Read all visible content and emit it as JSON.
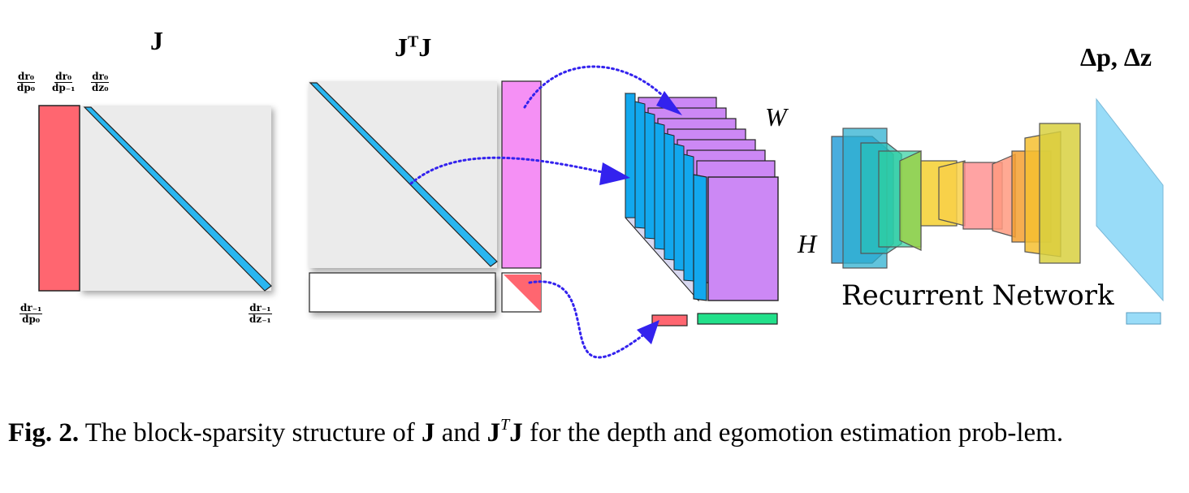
{
  "figure": {
    "left_title": "J",
    "middle_title_base": "J",
    "middle_title_sup": "T",
    "middle_title_tail": "J",
    "top_right_label": "Δp, Δz",
    "W_label": "W",
    "H_label": "H",
    "network_label": "Recurrent Network",
    "fractions": {
      "dr0_dp0": {
        "num": "dr₀",
        "den": "dp₀"
      },
      "dr0_dpm1": {
        "num": "dr₀",
        "den": "dp₋₁"
      },
      "dr0_dz0": {
        "num": "dr₀",
        "den": "dz₀"
      },
      "drm1_dp0": {
        "num": "dr₋₁",
        "den": "dp₀"
      },
      "drm1_dzm1": {
        "num": "dr₋₁",
        "den": "dz₋₁"
      }
    }
  },
  "caption": {
    "label": "Fig. 2.",
    "text1": " The block-sparsity structure of ",
    "J1": "J",
    "text2": " and ",
    "J2": "J",
    "sup": "T",
    "J3": "J",
    "text3": " for the depth and egomotion estimation prob-lem."
  },
  "colors": {
    "red_block": "#ff6670",
    "diag_blue": "#29b6f0",
    "matrix_gray": "#ebebeb",
    "pink_block": "#f590f5",
    "purple_slice": "#cc88f5",
    "slice_blue": "#12a8ee",
    "green_bar": "#22e08a",
    "arrow_blue": "#3322ee",
    "out_plane": "#99dcf8"
  }
}
